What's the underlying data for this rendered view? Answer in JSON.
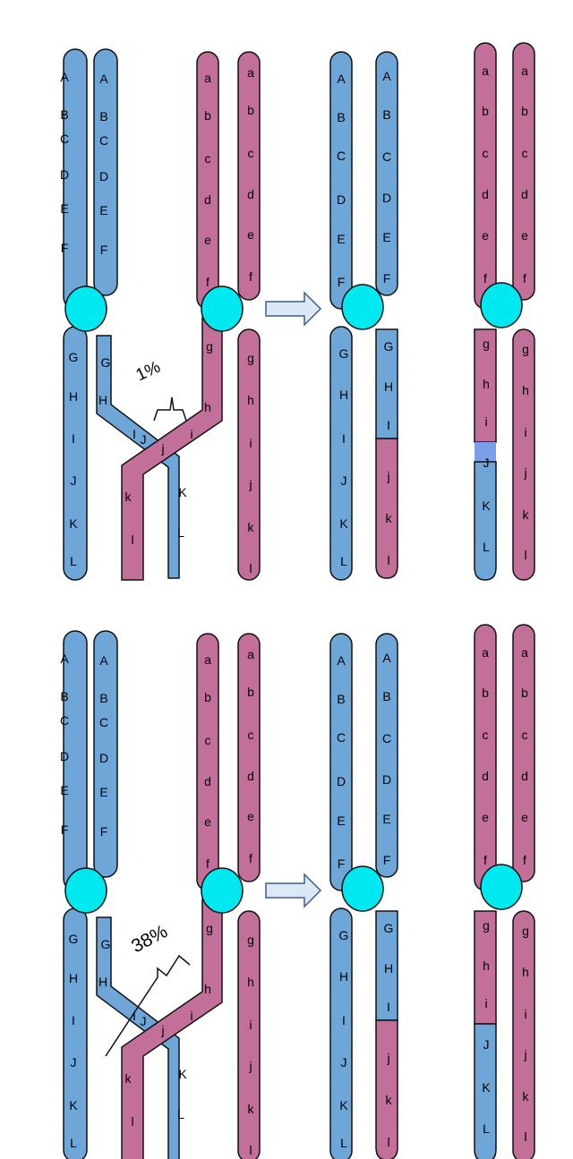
{
  "colors": {
    "maternal": "#6fa6d8",
    "paternal": "#c2709a",
    "centromere": "#00e8f0",
    "outline": "#111111",
    "arrow_fill": "#dbe8f6",
    "arrow_stroke": "#3d5f86",
    "junction": "#7aa0e8"
  },
  "upper_labels": [
    "A",
    "B",
    "C",
    "D",
    "E",
    "F"
  ],
  "lower_labels_cap": [
    "G",
    "H",
    "I",
    "J",
    "K",
    "L"
  ],
  "upper_labels_small": [
    "a",
    "b",
    "c",
    "d",
    "e",
    "f"
  ],
  "lower_labels_small": [
    "g",
    "h",
    "i",
    "j",
    "k",
    "l"
  ],
  "panels": [
    {
      "crossover_percent": "1%",
      "arrow": "right-arrow",
      "recombinant_blue_lower": [
        "G",
        "H",
        "I",
        "j",
        "k",
        "l"
      ],
      "recombinant_pink_lower": [
        "g",
        "h",
        "i",
        "J",
        "K",
        "L"
      ]
    },
    {
      "crossover_percent": "38%",
      "arrow": "right-arrow",
      "recombinant_blue_lower": [
        "G",
        "H",
        "I",
        "j",
        "k",
        "l"
      ],
      "recombinant_pink_lower": [
        "g",
        "h",
        "i",
        "J",
        "K",
        "L"
      ]
    }
  ]
}
